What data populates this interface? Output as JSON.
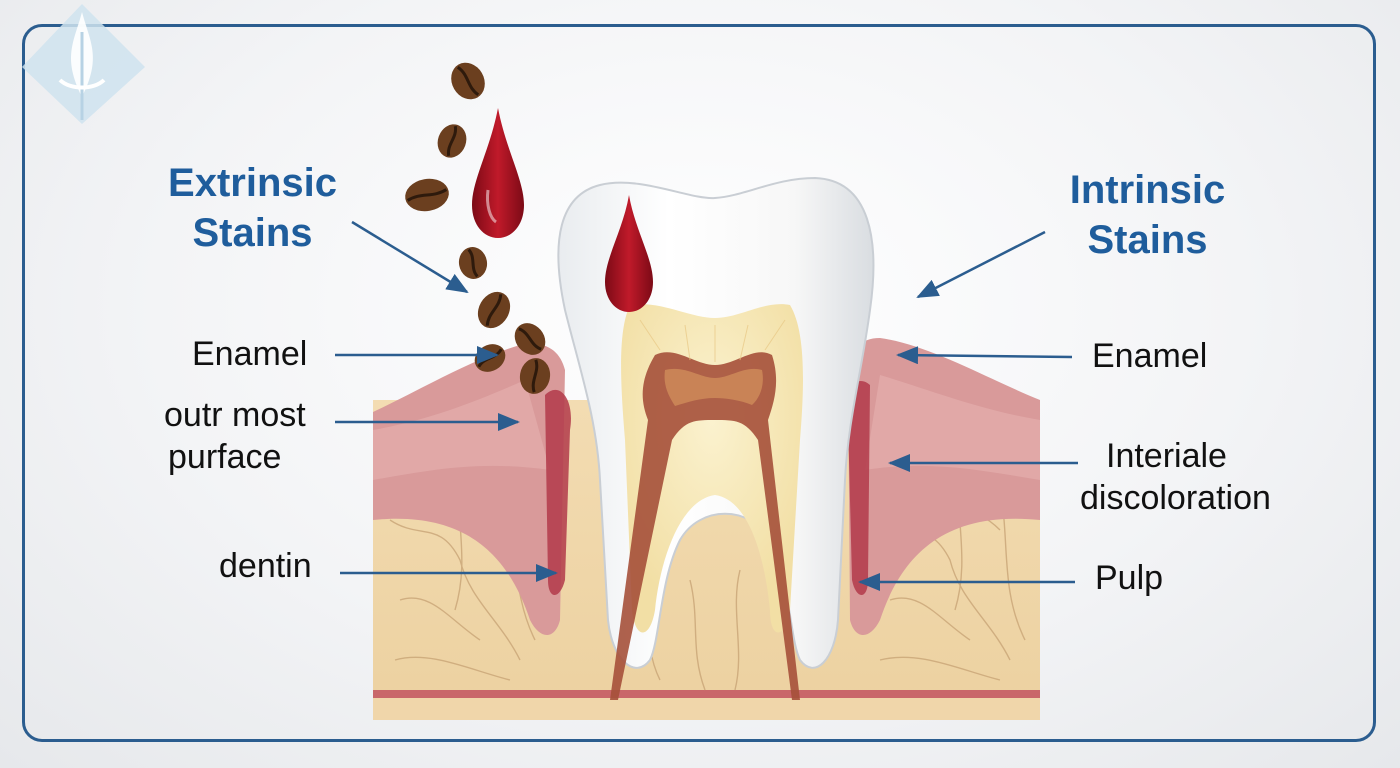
{
  "headings": {
    "extrinsic_line1": "Extrinsic",
    "extrinsic_line2": "Stains",
    "intrinsic_line1": "Intrinsic",
    "intrinsic_line2": "Stains"
  },
  "labels_left": {
    "enamel": "Enamel",
    "outermost_line1": "outr most",
    "outermost_line2": "purface",
    "dentin": "dentin"
  },
  "labels_right": {
    "enamel": "Enamel",
    "interiale_line1": "Interiale",
    "interiale_line2": "discoloration",
    "pulp": "Pulp"
  },
  "colors": {
    "heading": "#1f5d9c",
    "arrow": "#2b5d8f",
    "gum": "#d99a9a",
    "bone": "#f0d9b0",
    "stain_drop": "#9e1020",
    "coffee_bean": "#6b3f1f"
  },
  "icons": [
    "logo-icon",
    "coffee-bean-icon",
    "stain-drop-icon"
  ]
}
